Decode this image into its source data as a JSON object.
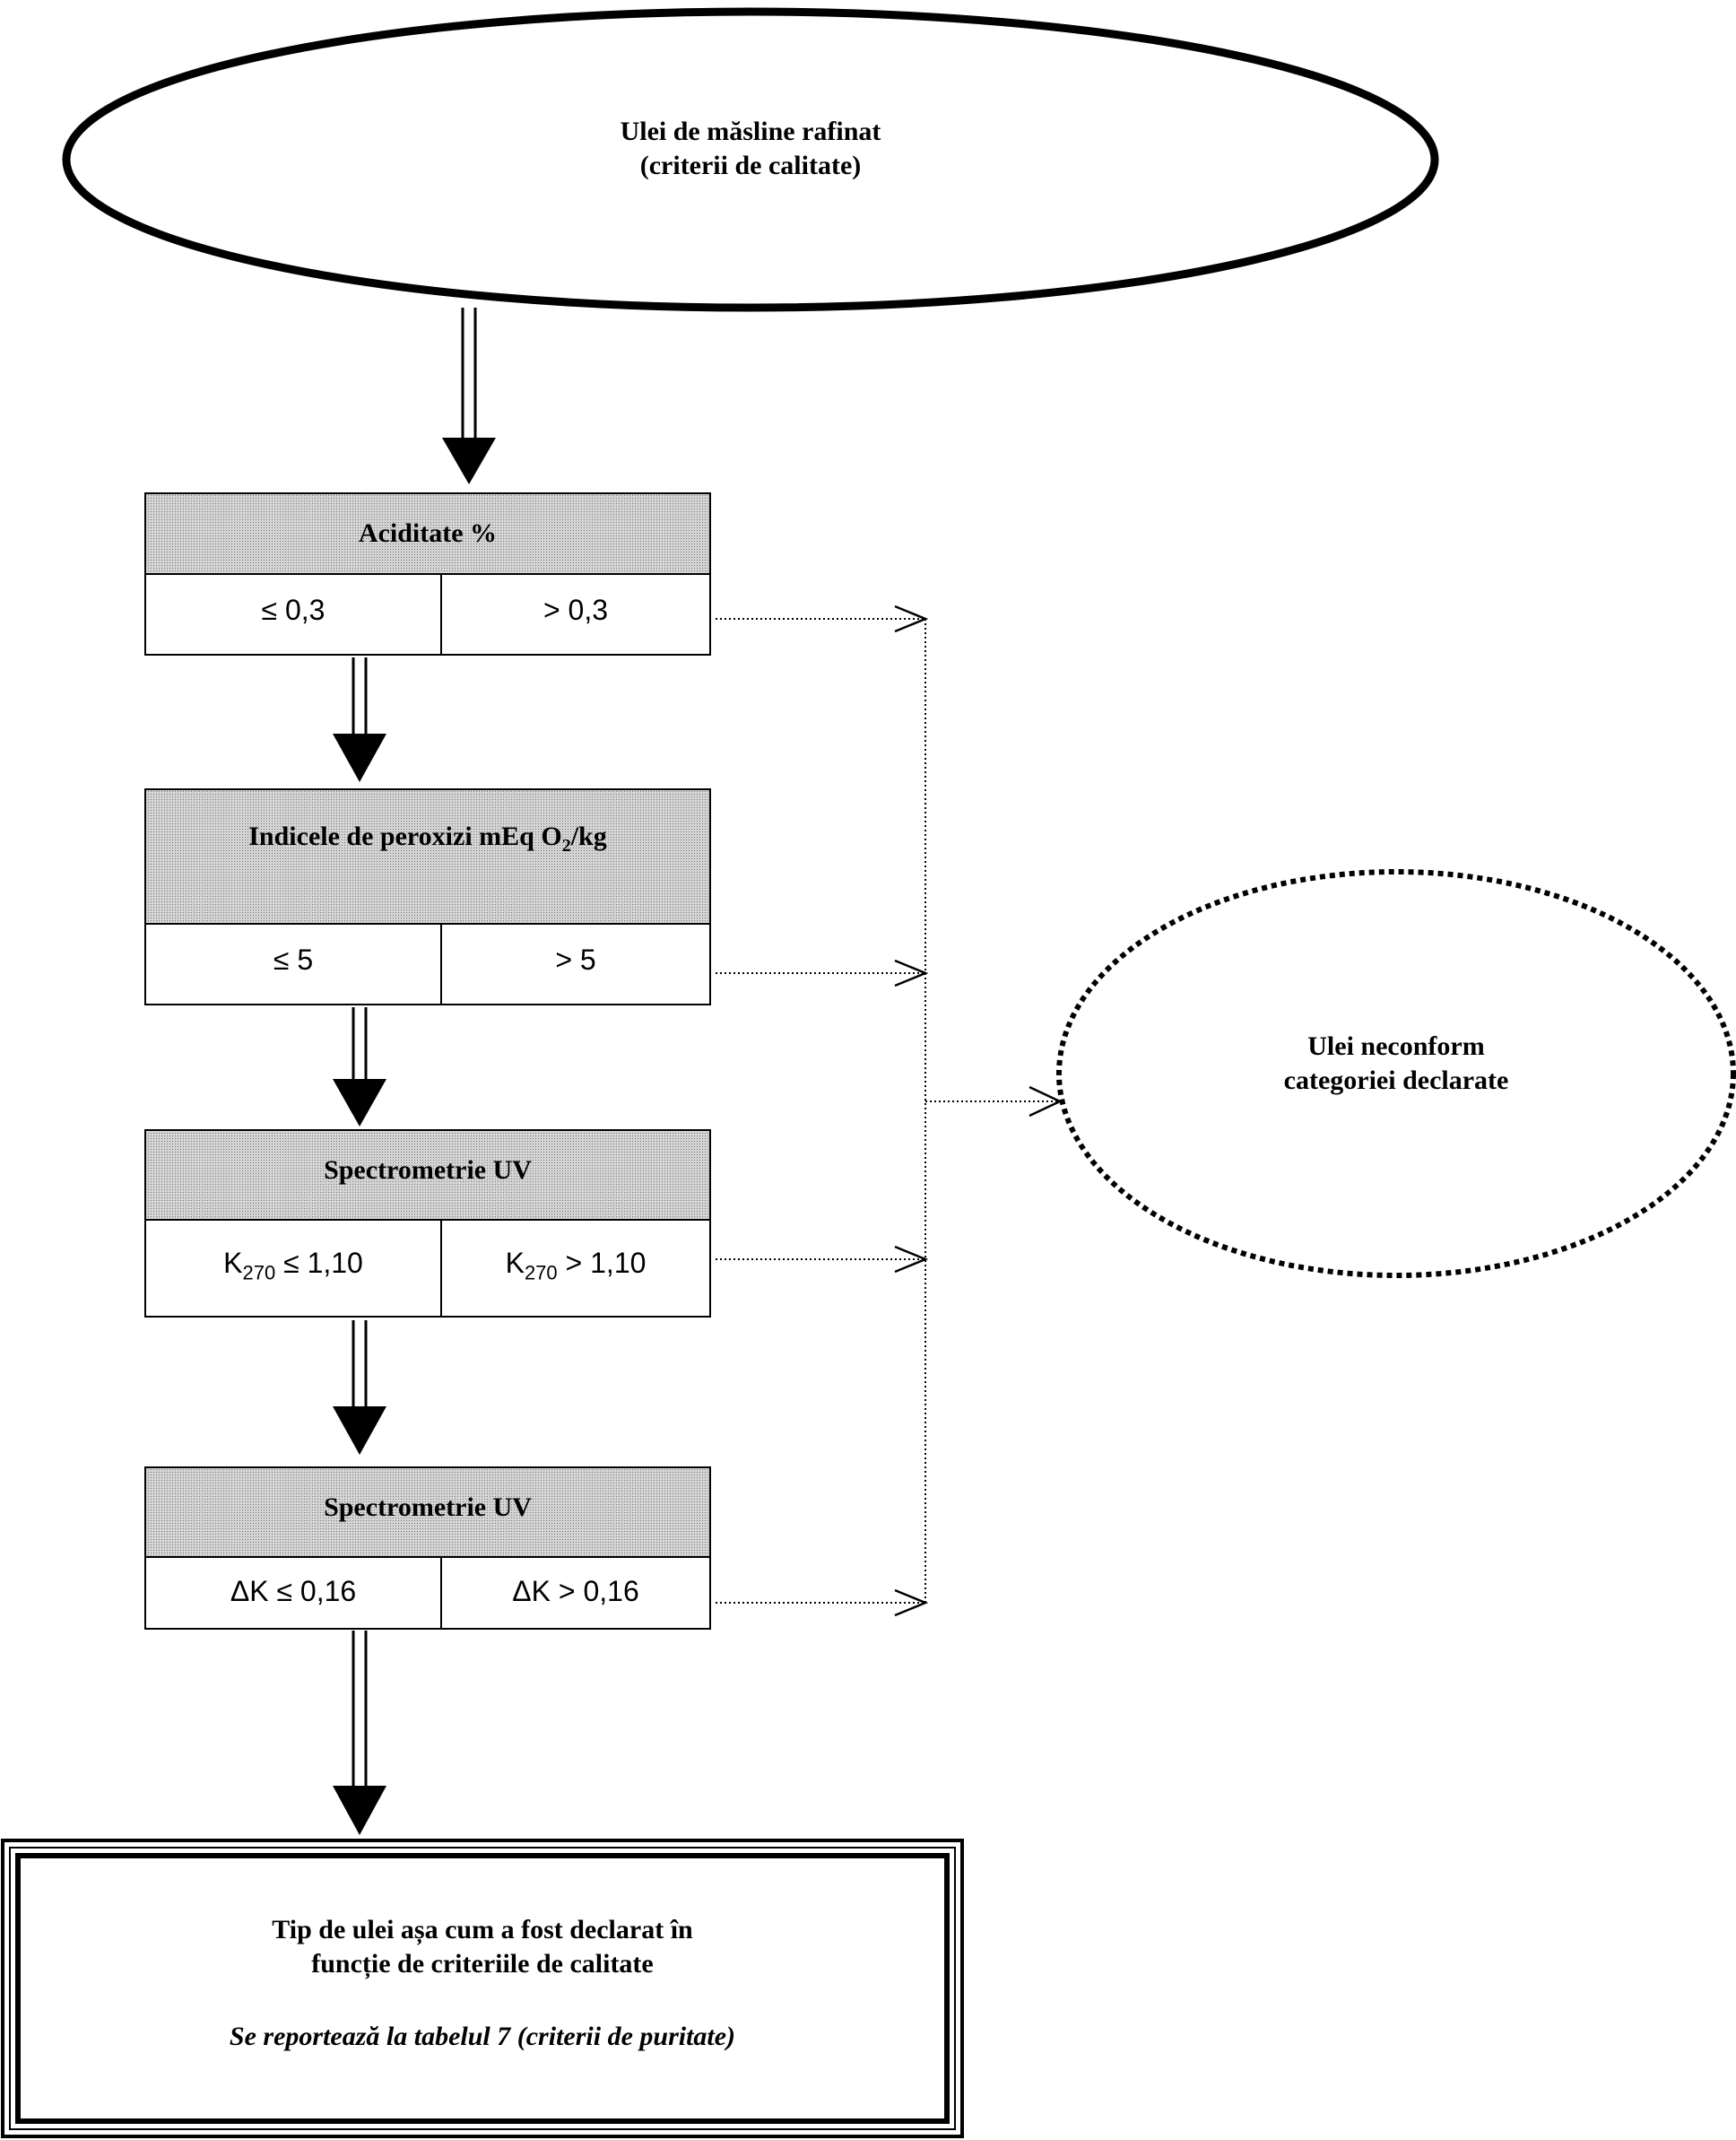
{
  "start": {
    "line1": "Ulei de măsline rafinat",
    "line2": "(criterii de calitate)"
  },
  "steps": [
    {
      "header": "Aciditate %",
      "pass": "≤ 0,3",
      "fail": "> 0,3"
    },
    {
      "header": "Indicele de peroxizi mEq O",
      "header_sub": "2",
      "header_tail": "/kg",
      "pass": "≤ 5",
      "fail": "> 5"
    },
    {
      "header": "Spectrometrie UV",
      "pass_prefix": "K",
      "pass_sub": "270",
      "pass": " ≤ 1,10",
      "fail_prefix": "K",
      "fail_sub": "270",
      "fail": " > 1,10"
    },
    {
      "header": "Spectrometrie UV",
      "pass": "ΔK ≤ 0,16",
      "fail": "ΔK > 0,16"
    }
  ],
  "reject": {
    "line1": "Ulei neconform",
    "line2": "categoriei declarate"
  },
  "result": {
    "line1": "Tip de ulei așa cum a fost declarat în",
    "line2": "funcție de criteriile de calitate",
    "note": "Se reportează la tabelul 7 (criterii de puritate)"
  }
}
